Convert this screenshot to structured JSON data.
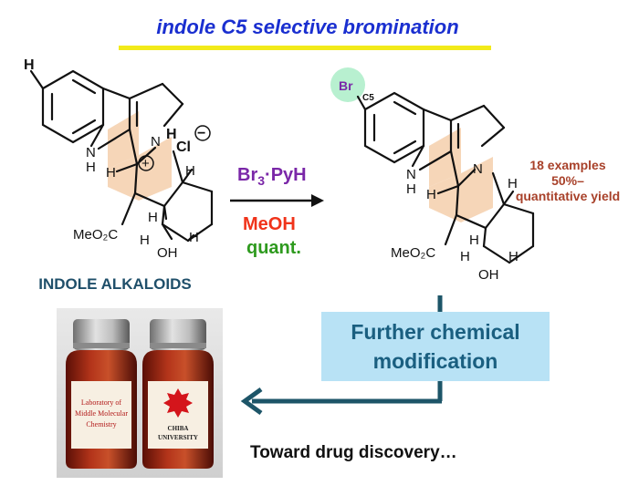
{
  "title": "indole C5 selective bromination",
  "colors": {
    "title": "#1a2fd0",
    "underline": "#f2ea1a",
    "reagent": "#7a27a8",
    "solvent": "#f0331a",
    "yield_text": "#2e9a1e",
    "examples": "#a8412a",
    "label_dark": "#1f4f6a",
    "box_fill": "#b8e2f5",
    "box_text": "#1a5f80",
    "flow_arrow": "#1d5568",
    "br_circle": "#b8f0d0",
    "br_text": "#7a27a8",
    "ring_fill": "#f6d6b8"
  },
  "reaction": {
    "reagent_main": "Br",
    "reagent_sub": "3",
    "reagent_rest": "·PyH",
    "solvent": "MeOH",
    "yield": "quant."
  },
  "starting_material": {
    "label": "INDOLE ALKALOIDS",
    "atoms": {
      "h_top": "H",
      "n_indole": "N",
      "h_indole": "H",
      "n_plus": "N",
      "h_n": "H",
      "cl": "Cl",
      "minus": "−",
      "plus": "+",
      "h_left": "H",
      "h_right1": "H",
      "h_right2": "H",
      "ester": "MeO₂C",
      "h_ester": "H",
      "oh": "OH",
      "h_oh": "H"
    }
  },
  "product": {
    "br": "Br",
    "c5": "C5",
    "examples": [
      "18 examples",
      "50%–",
      "quantitative yield"
    ],
    "atoms": {
      "n_indole": "N",
      "h_indole": "H",
      "n_ring": "N",
      "h_left": "H",
      "h_right1": "H",
      "h_right2": "H",
      "ester": "MeO₂C",
      "h_ester": "H",
      "oh": "OH",
      "h_oh": "H"
    }
  },
  "further": {
    "line1": "Further chemical",
    "line2": "modification"
  },
  "photo": {
    "bottle1_lines": [
      "Laboratory of",
      "Middle Molecular",
      "Chemistry"
    ],
    "bottle2_lines": [
      "CHIBA",
      "UNIVERSITY"
    ]
  },
  "footer": "Toward drug discovery…"
}
